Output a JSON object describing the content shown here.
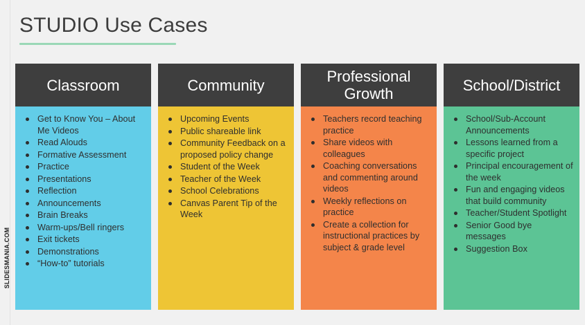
{
  "watermark": {
    "text": "SLIDESMANIA.COM"
  },
  "title": "STUDIO Use Cases",
  "theme": {
    "background": "#f1f1f1",
    "header_bg": "#3e3e3e",
    "header_text": "#ffffff",
    "title_color": "#3c3c3c",
    "underline_color": "#9ad8b7",
    "body_text": "#2e2e2e"
  },
  "columns": [
    {
      "header": "Classroom",
      "color": "#62cde8",
      "items": [
        "Get to Know You – About Me Videos",
        "Read Alouds",
        "Formative Assessment",
        "Practice",
        "Presentations",
        "Reflection",
        "Announcements",
        "Brain Breaks",
        "Warm-ups/Bell ringers",
        "Exit tickets",
        "Demonstrations",
        "“How-to” tutorials"
      ]
    },
    {
      "header": "Community",
      "color": "#eec535",
      "items": [
        "Upcoming Events",
        "Public shareable link",
        "Community Feedback on a proposed policy change",
        "Student of the Week",
        "Teacher of the Week",
        "School Celebrations",
        "Canvas Parent Tip of the Week"
      ]
    },
    {
      "header": "Professional Growth",
      "color": "#f4854a",
      "items": [
        "Teachers record teaching practice",
        "Share videos with colleagues",
        "Coaching conversations and commenting around videos",
        "Weekly reflections on practice",
        "Create a collection for instructional practices by subject & grade level"
      ]
    },
    {
      "header": "School/District",
      "color": "#5cc495",
      "items": [
        "School/Sub-Account Announcements",
        "Lessons learned from a specific project",
        "Principal encouragement of the week",
        "Fun and engaging videos that build community",
        "Teacher/Student Spotlight",
        "Senior Good bye messages",
        "Suggestion Box"
      ]
    }
  ]
}
